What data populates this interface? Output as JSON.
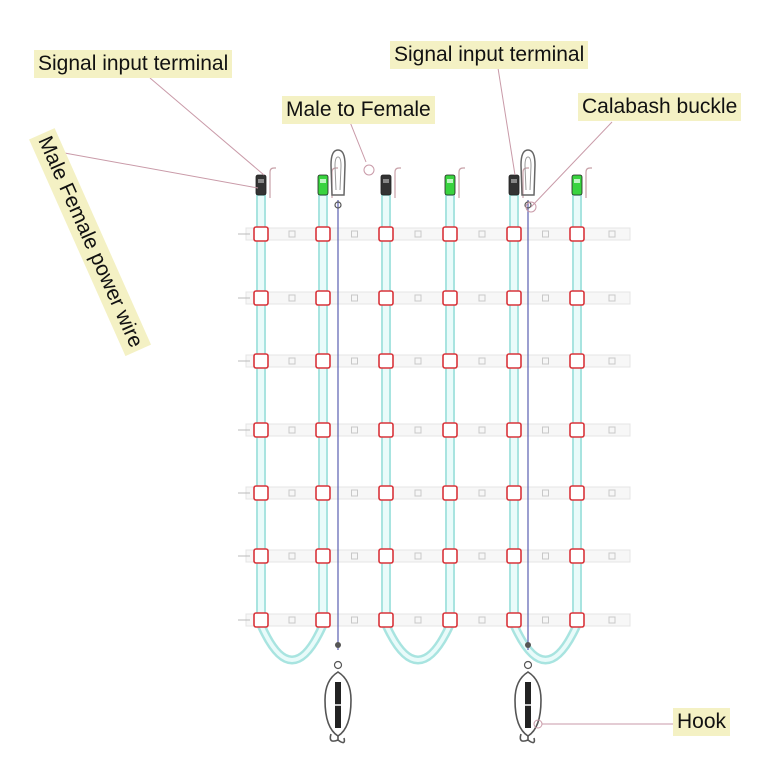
{
  "labels": {
    "signal_input_terminal_left": "Signal input terminal",
    "male_to_female": "Male to Female",
    "signal_input_terminal_right": "Signal input terminal",
    "calabash_buckle": "Calabash buckle",
    "male_female_power_wire": "Male Female power wire",
    "hook": "Hook"
  },
  "colors": {
    "cable": "#a8e4e0",
    "pixel": "#d9343a",
    "crossbar": "#e4e4e4",
    "leader": "#c99aa8",
    "steel_wire": "#5a5fb0",
    "label_bg": "#f4f1c4",
    "connector_green": "#39d33f",
    "connector_dark": "#333333"
  },
  "icons": [
    "calabash-buckle-icon",
    "hook-icon",
    "turnbuckle-icon"
  ]
}
